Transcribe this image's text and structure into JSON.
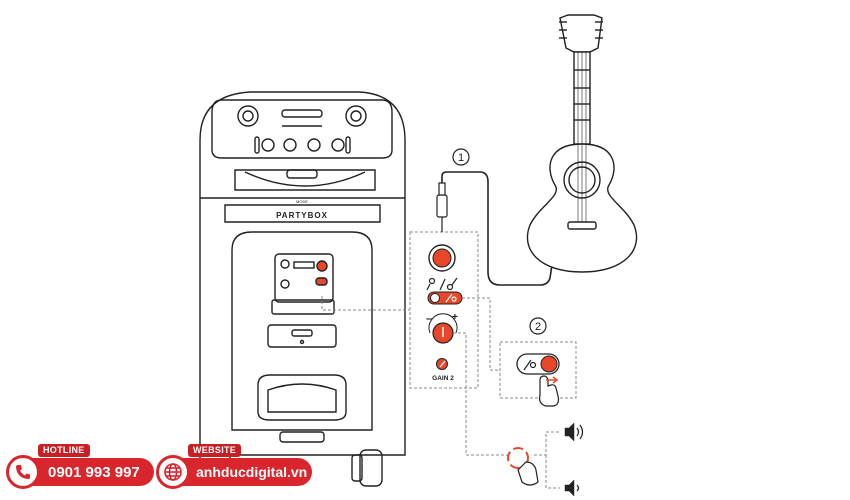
{
  "speaker": {
    "brand_label": "PARTYBOX",
    "small_label": "MODE"
  },
  "steps": {
    "step1": "1",
    "step2": "2"
  },
  "panel": {
    "gain_label": "GAIN 2",
    "minus": "–",
    "plus": "+"
  },
  "footer": {
    "hotline_tag": "HOTLINE",
    "hotline_number": "0901 993 997",
    "website_tag": "WEBSITE",
    "website_url": "anhducdigital.vn"
  },
  "colors": {
    "accent": "#e8472a",
    "brand_red": "#d9262c",
    "line": "#222222",
    "dash": "#888888"
  },
  "icons": {
    "hotline": "phone-icon",
    "website": "globe-icon",
    "volume_up": "volume-high-icon",
    "volume_down": "volume-low-icon"
  }
}
